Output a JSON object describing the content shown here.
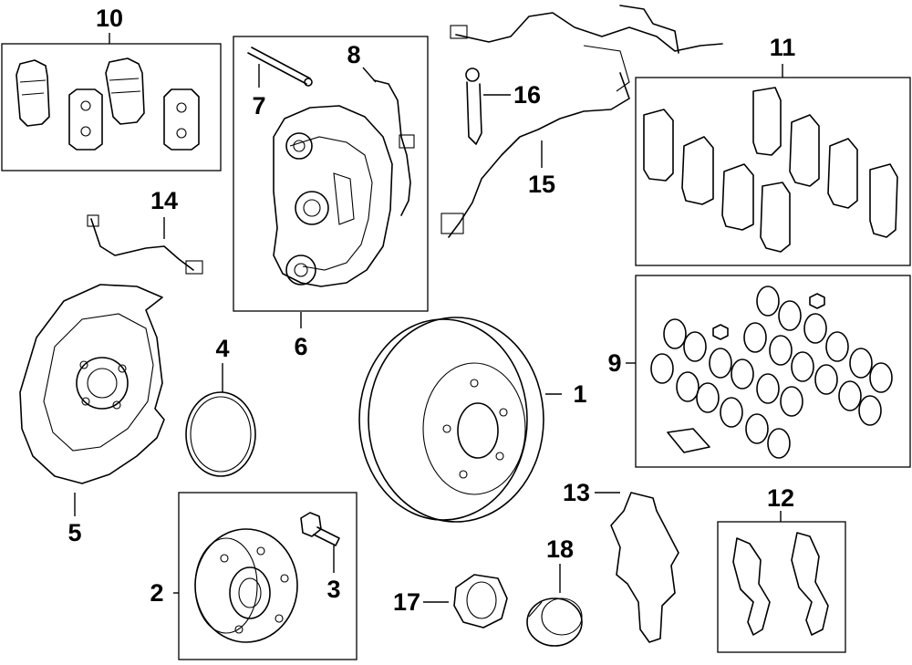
{
  "callouts": {
    "c1": "1",
    "c2": "2",
    "c3": "3",
    "c4": "4",
    "c5": "5",
    "c6": "6",
    "c7": "7",
    "c8": "8",
    "c9": "9",
    "c10": "10",
    "c11": "11",
    "c12": "12",
    "c13": "13",
    "c14": "14",
    "c15": "15",
    "c16": "16",
    "c17": "17",
    "c18": "18"
  },
  "parts": {
    "p1": "brake-rotor",
    "p2": "hub-bearing",
    "p3": "hub-bolt",
    "p4": "o-ring",
    "p5": "dust-shield",
    "p6": "brake-caliper",
    "p7": "caliper-pin",
    "p8": "brake-hose",
    "p9": "seal-kit",
    "p10": "brake-pads",
    "p11": "pad-shims",
    "p12": "pad-clips",
    "p13": "anti-rattle-spring",
    "p14": "brake-hose-line",
    "p15": "abs-sensor",
    "p16": "sensor-bracket",
    "p17": "axle-nut",
    "p18": "grease-cap"
  }
}
